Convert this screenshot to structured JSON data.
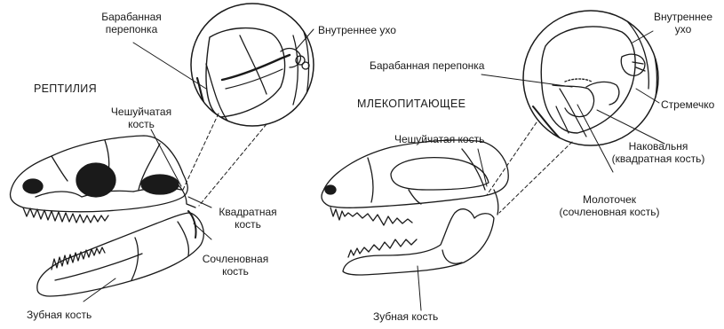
{
  "reptile": {
    "title": "РЕПТИЛИЯ",
    "labels": {
      "tympanic": "Барабанная\nперепонка",
      "inner_ear": "Внутреннее ухо",
      "squamosal": "Чешуйчатая\nкость",
      "quadrate": "Квадратная\nкость",
      "articular": "Сочленовная\nкость",
      "dentary": "Зубная кость"
    }
  },
  "mammal": {
    "title": "МЛЕКОПИТАЮЩЕЕ",
    "labels": {
      "inner_ear": "Внутреннее\nухо",
      "tympanic": "Барабанная перепонка",
      "stapes": "Стремечко",
      "squamosal": "Чешуйчатая кость",
      "incus": "Наковальня\n(квадратная кость)",
      "malleus": "Молоточек\n(сочленовная кость)",
      "dentary": "Зубная кость"
    }
  }
}
